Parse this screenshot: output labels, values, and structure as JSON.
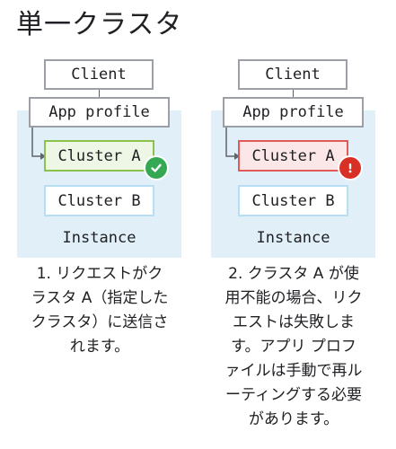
{
  "title": "単一クラスタ",
  "diagram": {
    "client_label": "Client",
    "app_profile_label": "App profile",
    "cluster_a_label": "Cluster A",
    "cluster_b_label": "Cluster B",
    "instance_label": "Instance"
  },
  "left_panel": {
    "status_icon": "check-circle-icon",
    "status_color": "#34a853",
    "caption_lines": [
      "1. リクエストがク",
      "ラスタ A（指定した",
      "クラスタ）に送信さ",
      "れます。"
    ]
  },
  "right_panel": {
    "status_icon": "error-circle-icon",
    "status_color": "#d93025",
    "caption_lines": [
      "2. クラスタ A が使",
      "用不能の場合、リク",
      "エストは失敗しま",
      "す。アプリ プロフ",
      "ァイルは手動で再ル",
      "ーティングする必要",
      "があります。"
    ]
  },
  "colors": {
    "panel_bg": "#e1f0f8",
    "box_border": "#9aa0a6",
    "cluster_b_border": "#b7def2",
    "ok_fill": "#eef7e5",
    "ok_border": "#8bc34a",
    "err_fill": "#fbe7e7",
    "err_border": "#e05a57"
  }
}
